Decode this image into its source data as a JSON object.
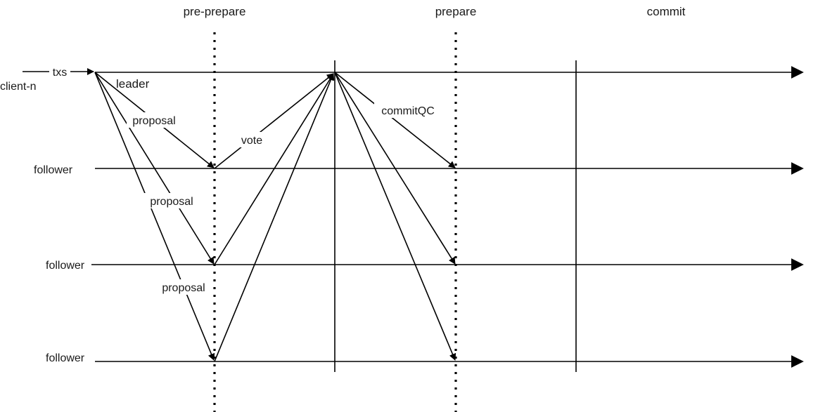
{
  "phases": {
    "pre_prepare": "pre-prepare",
    "prepare": "prepare",
    "commit": "commit"
  },
  "nodes": {
    "client": "client-n",
    "txs": "txs",
    "leader": "leader",
    "follower_1": "follower",
    "follower_2": "follower",
    "follower_3": "follower"
  },
  "messages": {
    "proposal_1": "proposal",
    "proposal_2": "proposal",
    "proposal_3": "proposal",
    "vote": "vote",
    "commit_qc": "commitQC"
  },
  "colors": {
    "line": "#000000",
    "text": "#1a1a1a",
    "background": "#ffffff"
  }
}
